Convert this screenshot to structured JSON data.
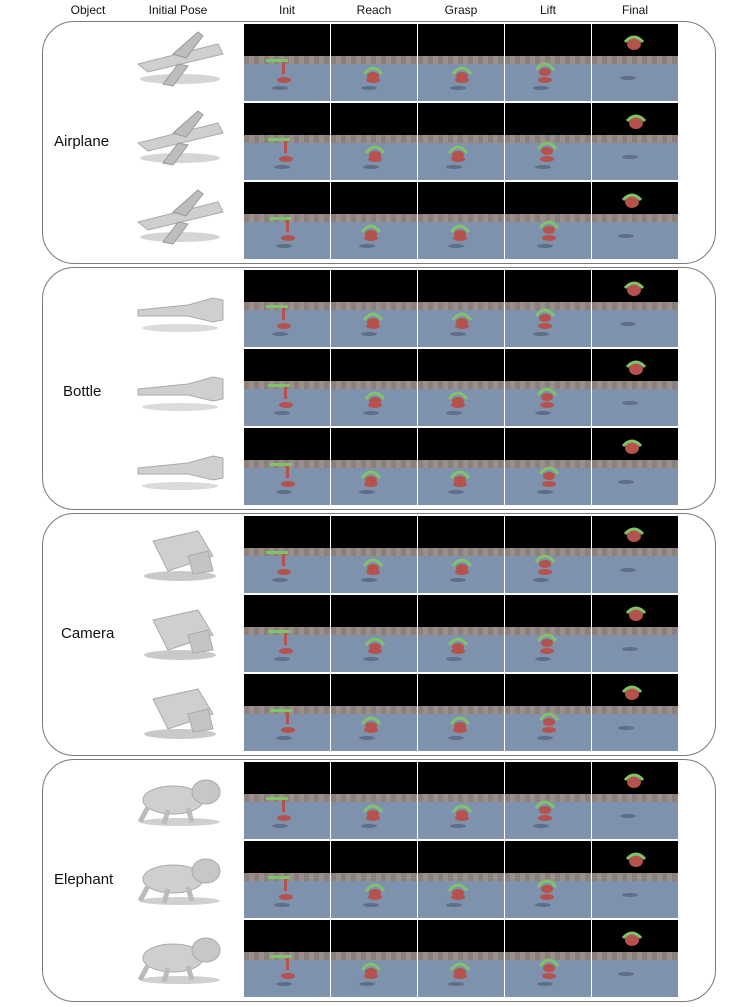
{
  "headers": {
    "object": "Object",
    "initial_pose": "Initial Pose",
    "init": "Init",
    "reach": "Reach",
    "grasp": "Grasp",
    "lift": "Lift",
    "final": "Final"
  },
  "groups": [
    {
      "name": "Airplane"
    },
    {
      "name": "Bottle"
    },
    {
      "name": "Camera"
    },
    {
      "name": "Elephant"
    }
  ],
  "colors": {
    "border": "#7a7a7a",
    "sky": "#000000",
    "floor": "#7f92ad",
    "horizon": "#9b8f8c",
    "gripper": "#7fc36a",
    "object": "#b5524d",
    "pose_gray": "#cfcfcf"
  }
}
